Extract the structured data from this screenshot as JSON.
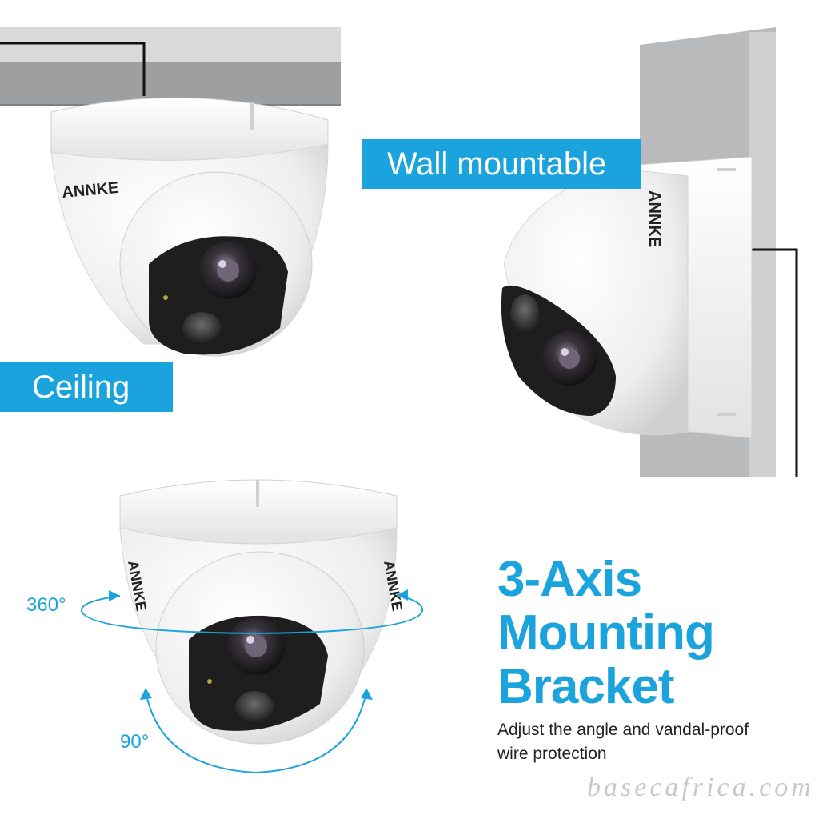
{
  "labels": {
    "ceiling": "Ceiling",
    "wall": "Wall mountable",
    "angle_horizontal": "360°",
    "angle_vertical": "90°"
  },
  "headline": {
    "line1": "3-Axis",
    "line2": "Mounting",
    "line3": "Bracket"
  },
  "description": {
    "line1": "Adjust the angle and vandal-proof",
    "line2": "wire protection"
  },
  "brand": {
    "logo_text": "ANNKE"
  },
  "watermark": "basecafrica.com",
  "colors": {
    "accent": "#1aa3dd",
    "wall": "#9d9fa1",
    "camera_body": "#f2f2f2",
    "lens_plate": "#1e1e1e"
  }
}
